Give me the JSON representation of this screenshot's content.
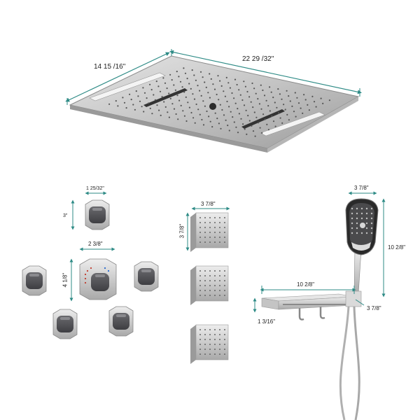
{
  "product": {
    "rain_panel": {
      "width_label": "22 29 /32\"",
      "depth_label": "14 15 /16\""
    },
    "handle_valve": {
      "height_label": "3\"",
      "width_label": "1 25/32\""
    },
    "thermostatic_valve": {
      "width_label": "2 3/8\"",
      "height_label": "4 1/8\""
    },
    "body_jet": {
      "width_label": "3 7/8\"",
      "height_label": "3 7/8\""
    },
    "hand_shower": {
      "head_width_label": "3 7/8\"",
      "height_label": "10 2/8\""
    },
    "shelf": {
      "width_label": "10 2/8\"",
      "depth_label": "3 7/8\"",
      "height_label": "1 3/16\""
    }
  },
  "colors": {
    "dimension_line": "#2e8b86",
    "brushed_nickel": "#c8c8c8",
    "knob": "#58585c"
  }
}
